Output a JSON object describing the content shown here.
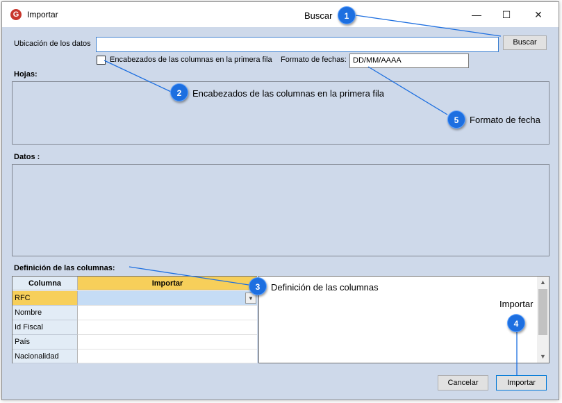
{
  "window": {
    "title": "Importar",
    "app_icon_letter": "G",
    "controls": [
      "—",
      "☐",
      "✕"
    ]
  },
  "source": {
    "label": "Ubicación de los datos",
    "value": "",
    "browse_label": "Buscar"
  },
  "options": {
    "headers_label": "Encabezados de las columnas en la primera fila",
    "headers_checked": false,
    "date_format_label": "Formato de fechas:",
    "date_format_value": "DD/MM/AAAA"
  },
  "sections": {
    "sheets_label": "Hojas:",
    "data_label": "Datos :",
    "columns_label": "Definición de las columnas:"
  },
  "columns_grid": {
    "headers": [
      "Columna",
      "Importar"
    ],
    "rows": [
      "RFC",
      "Nombre",
      "Id Fiscal",
      "País",
      "Nacionalidad"
    ],
    "selected_row": 0
  },
  "footer": {
    "cancel_label": "Cancelar",
    "import_label": "Importar"
  },
  "annotations": [
    {
      "number": "1",
      "text": "Buscar"
    },
    {
      "number": "2",
      "text": "Encabezados de las columnas en la primera fila"
    },
    {
      "number": "3",
      "text": "Definición de las columnas"
    },
    {
      "number": "4",
      "text": "Importar"
    },
    {
      "number": "5",
      "text": "Formato de fecha"
    }
  ],
  "colors": {
    "dialog_bg": "#ced9ea",
    "callout_blue": "#1d6fe0",
    "grid_header_yellow": "#f7cf5a",
    "selected_cell": "#c5dcf5",
    "close_hover": "#e81123"
  }
}
